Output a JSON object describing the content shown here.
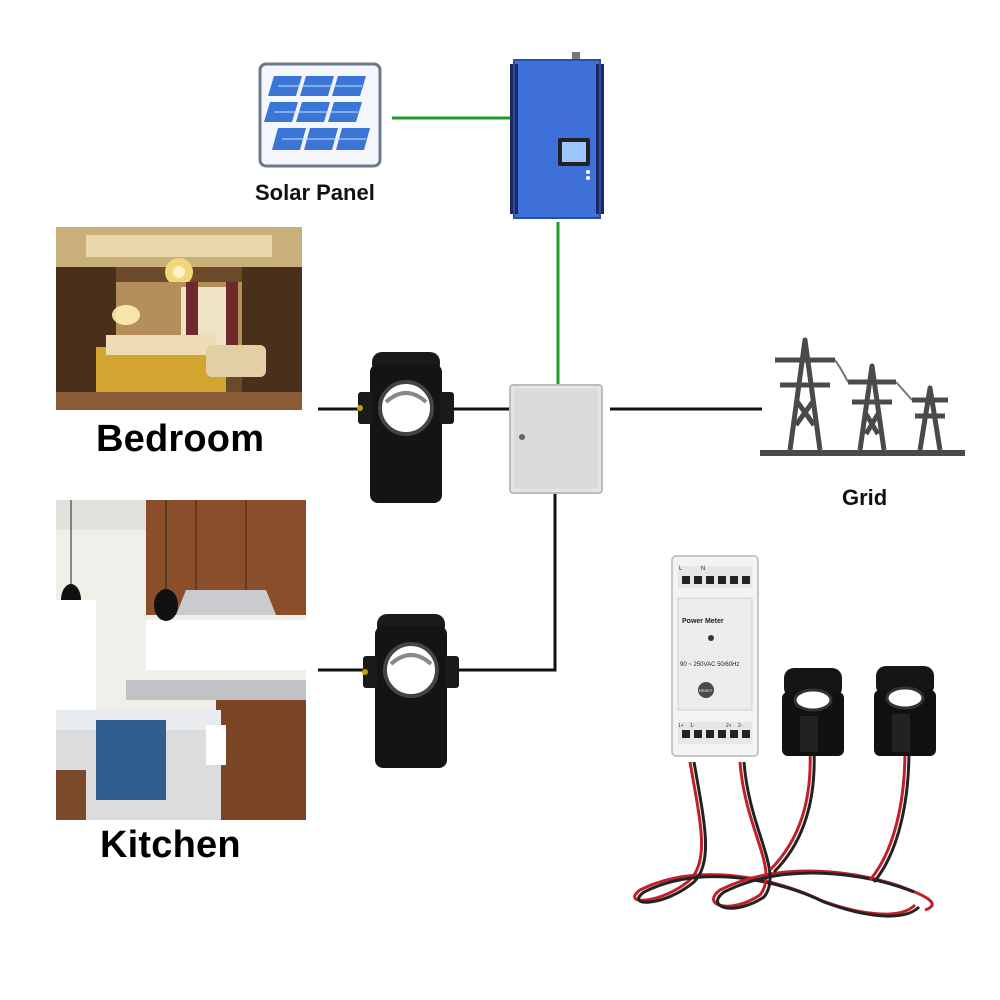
{
  "diagram": {
    "solar_panel_label": "Solar Panel",
    "bedroom_label": "Bedroom",
    "kitchen_label": "Kitchen",
    "grid_label": "Grid"
  },
  "power_meter": {
    "title": "Power Meter",
    "rating": "90 ~ 250VAC 50/60Hz",
    "reset_label": "RESET",
    "terminal_top_labels": [
      "L",
      "N"
    ],
    "terminal_bottom_labels": [
      "1+",
      "1-",
      "2+",
      "2-"
    ]
  },
  "colors": {
    "dc_wire": "#1f9a2c",
    "ac_wire": "#111111",
    "inverter_blue": "#3f6fd8",
    "cable_red": "#c0202a"
  }
}
